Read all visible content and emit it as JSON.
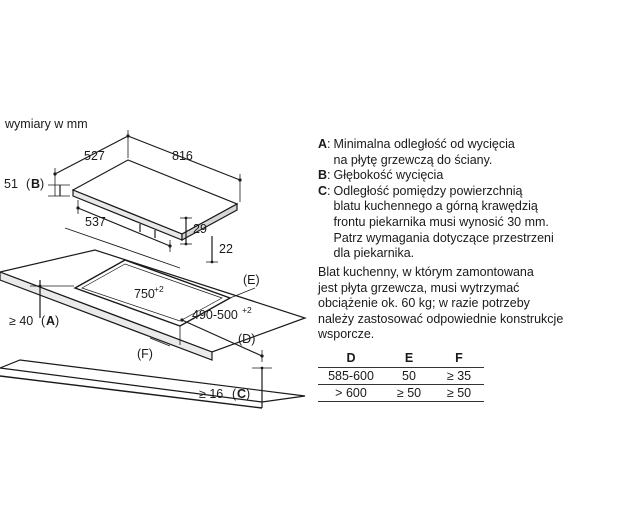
{
  "units_caption": "wymiary w mm",
  "diagram": {
    "dim_527": "527",
    "dim_816": "816",
    "dim_51": "51",
    "dim_537": "537",
    "dim_29": "29",
    "dim_22": "22",
    "dim_750": "750",
    "dim_750_tol": "+2",
    "dim_490_500": "490-500",
    "dim_490_500_tol": "+2",
    "label_B": "B",
    "label_A": "A",
    "label_C": "C",
    "label_D": "(D)",
    "label_E": "(E)",
    "label_F": "(F)",
    "prefix_ge40": "≥ 40",
    "prefix_ge16": "≥ 16",
    "stroke_color": "#1a1a1a",
    "surface_color": "#ffffff"
  },
  "notes": [
    {
      "key": "A",
      "lines": [
        "Minimalna odległość od wycięcia",
        "na płytę grzewczą do ściany."
      ]
    },
    {
      "key": "B",
      "lines": [
        "Głębokość wycięcia"
      ]
    },
    {
      "key": "C",
      "lines": [
        "Odległość pomiędzy powierzchnią",
        "blatu kuchennego a górną krawędzią",
        "frontu piekarnika musi wynosić 30 mm.",
        "Patrz wymagania dotyczące przestrzeni",
        "dla piekarnika."
      ]
    }
  ],
  "paragraph": "Blat kuchenny, w którym zamontowana\njest płyta grzewcza, musi wytrzymać\nobciążenie ok. 60 kg; w razie potrzeby\nnależy zastosować odpowiednie konstrukcje\nwsporcze.",
  "table": {
    "headers": [
      "D",
      "E",
      "F"
    ],
    "rows": [
      [
        "585-600",
        "50",
        "≥ 35"
      ],
      [
        "> 600",
        "≥ 50",
        "≥ 50"
      ]
    ]
  }
}
